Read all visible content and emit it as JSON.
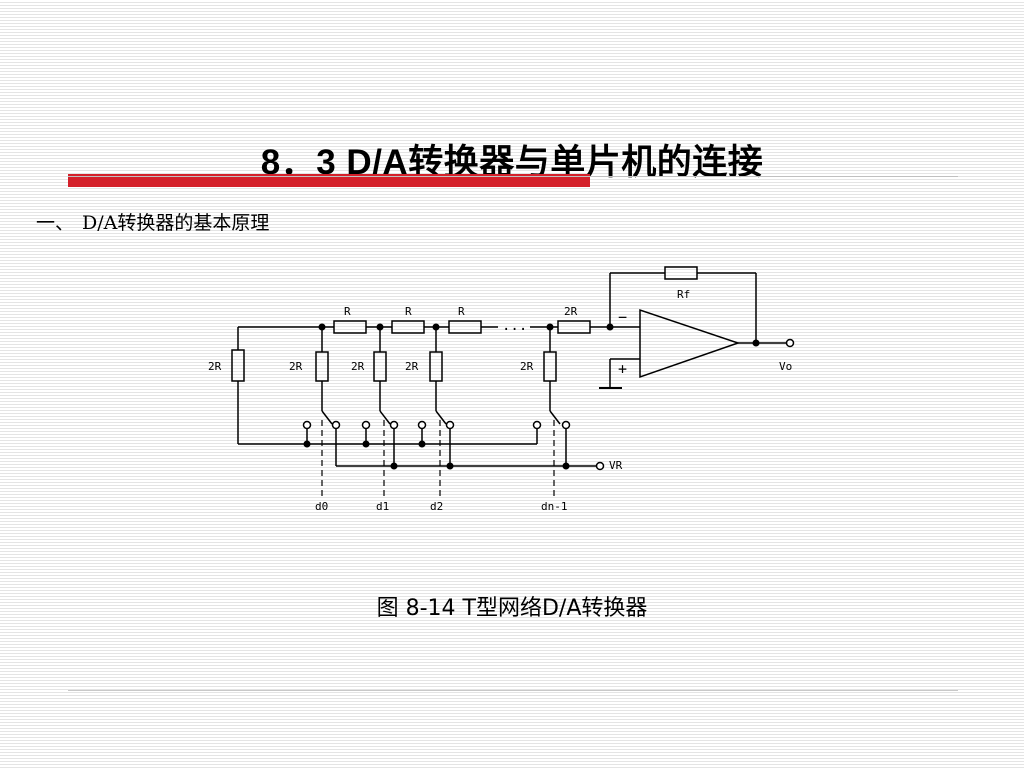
{
  "slide": {
    "title": "8．3  D/A转换器与单片机的连接",
    "section_number": "一、",
    "section_title": "D/A转换器的基本原理",
    "caption": "图 8-14  T型网络D/A转换器"
  },
  "circuit": {
    "series_resistors": [
      "R",
      "R",
      "R",
      "2R"
    ],
    "shunt_resistors": [
      "2R",
      "2R",
      "2R",
      "2R",
      "2R"
    ],
    "feedback_resistor": "Rf",
    "ellipsis": "···",
    "opamp_minus": "−",
    "opamp_plus": "+",
    "output_label": "Vo",
    "reference_label": "VR",
    "bit_labels": [
      "d0",
      "d1",
      "d2",
      "dn-1"
    ]
  },
  "colors": {
    "accent_bar": "#d4202a",
    "rule_line": "#c0c0c0"
  }
}
